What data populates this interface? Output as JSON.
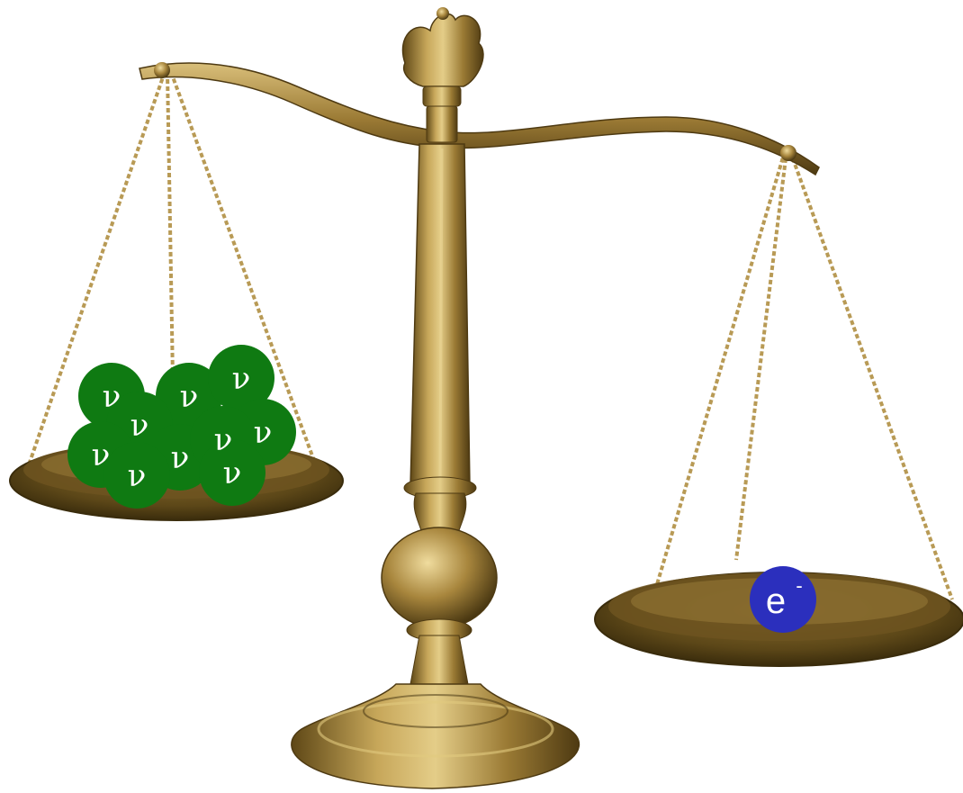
{
  "scale": {
    "left_pan": {
      "particle_symbol": "ν",
      "particle_count": 10,
      "particle_color": "#0f7a12"
    },
    "right_pan": {
      "particle_symbol": "e",
      "particle_superscript": "-",
      "particle_count": 1,
      "particle_color": "#2b2fbd"
    },
    "metal_color": "#a8863d"
  }
}
